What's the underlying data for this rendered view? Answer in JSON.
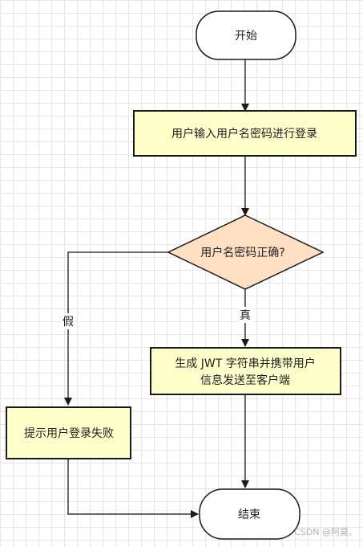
{
  "nodes": {
    "start": {
      "label": "开始"
    },
    "input": {
      "label": "用户输入用户名密码进行登录"
    },
    "check": {
      "label": "用户名密码正确?"
    },
    "generate": {
      "line1": "生成 JWT 字符串并携带用户",
      "line2": "信息发送至客户端"
    },
    "fail": {
      "label": "提示用户登录失败"
    },
    "end": {
      "label": "结束"
    }
  },
  "edges": {
    "true_label": "真",
    "false_label": "假"
  },
  "watermark": "CSDN @阿莫、",
  "colors": {
    "process_fill": "#ffffcc",
    "decision_fill": "#ffe0c2",
    "terminal_fill": "#ffffff",
    "stroke": "#1a1a1a"
  }
}
